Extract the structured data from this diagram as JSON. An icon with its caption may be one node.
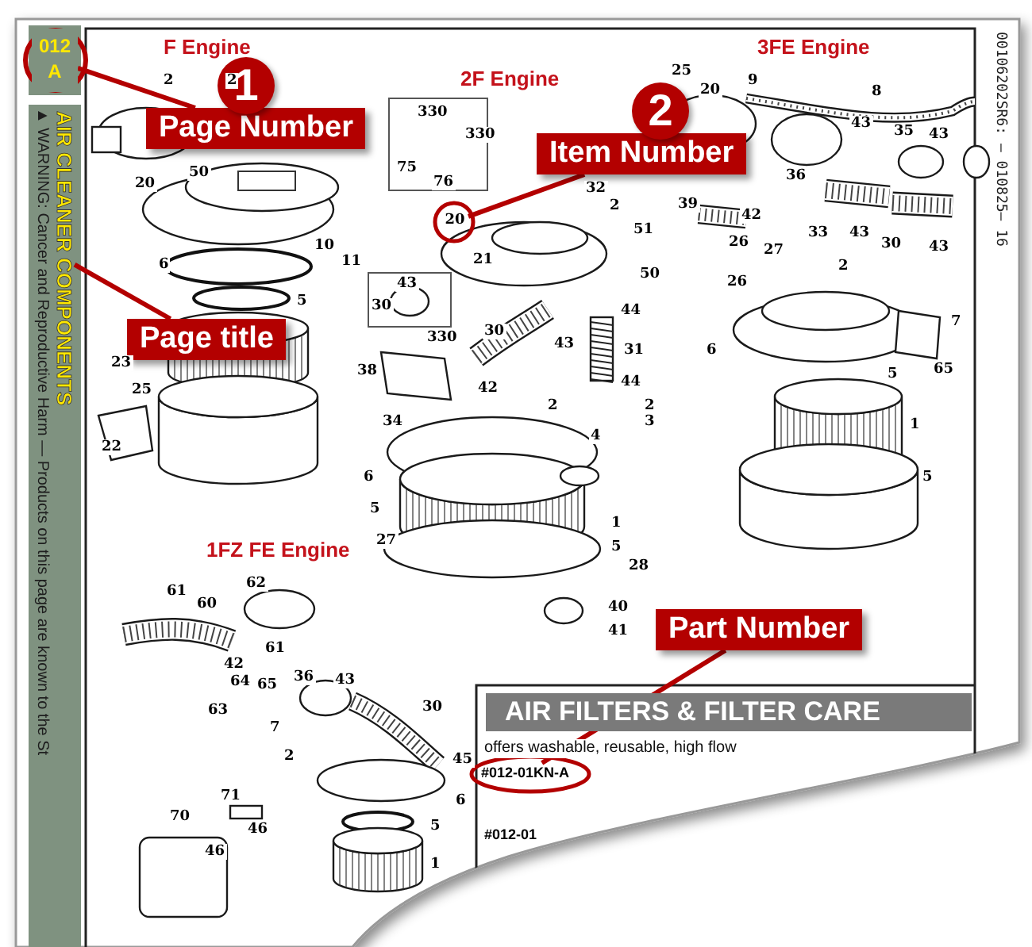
{
  "diagram": {
    "nodes": [
      {
        "text": [
          "Page Number"
        ],
        "beside": [
          "1"
        ]
      },
      {
        "text": [
          "012 A"
        ]
      },
      {
        "text": [
          "Item Number"
        ],
        "beside": [
          "2"
        ]
      },
      {
        "text": [
          "20"
        ]
      },
      {
        "text": [
          "Page title"
        ]
      },
      {
        "text": [
          "AIR CLEANER COMPONENTS"
        ]
      },
      {
        "text": [
          "Part Number"
        ]
      },
      {
        "text": [
          "#012-01KN-A"
        ]
      }
    ],
    "edges": [
      {
        "from": 0,
        "to": 1,
        "arrow": "none"
      },
      {
        "from": 2,
        "to": 3,
        "arrow": "none"
      },
      {
        "from": 4,
        "to": 5,
        "arrow": "none"
      },
      {
        "from": 6,
        "to": 7,
        "arrow": "none"
      }
    ],
    "labels": [
      "F Engine",
      "2F Engine",
      "3FE Engine",
      "00106202SR6: — 010825— 16",
      "▲ WARNING: Cancer and Reproductive Harm — Products on this page are known to the St",
      "2",
      "2",
      "330",
      "330",
      "25",
      "20",
      "9",
      "8",
      "20",
      "50",
      "75",
      "76",
      "43",
      "35",
      "43",
      "36",
      "32",
      "2",
      "39",
      "42",
      "51",
      "26",
      "33",
      "43",
      "30",
      "43",
      "10",
      "11",
      "21",
      "27",
      "6",
      "2",
      "50",
      "26",
      "43",
      "5",
      "30",
      "44",
      "31",
      "30",
      "330",
      "7",
      "43",
      "6",
      "23",
      "65",
      "38",
      "5",
      "44",
      "42",
      "25",
      "2",
      "2",
      "3",
      "34",
      "1",
      "22",
      "4",
      "5",
      "6",
      "5",
      "1",
      "27",
      "5",
      "1FZ FE Engine",
      "28",
      "61",
      "62",
      "60",
      "40",
      "41",
      "61",
      "42",
      "36",
      "64",
      "65",
      "43",
      "30",
      "63",
      "7",
      "2",
      "45",
      "71",
      "70",
      "46",
      "6",
      "5",
      "46",
      "1",
      "AIR FILTERS & FILTER CARE",
      "offers washable, reusable, high flow",
      "#012-01"
    ]
  }
}
